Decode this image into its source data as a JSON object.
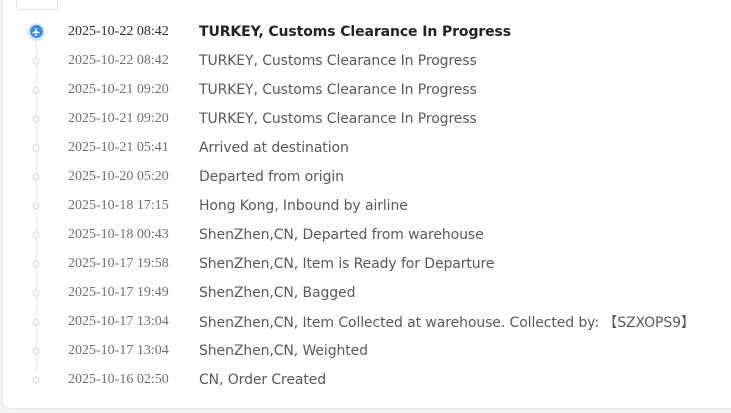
{
  "tracking": {
    "events": [
      {
        "time": "2025-10-22 08:42",
        "description": "TURKEY, Customs Clearance In Progress",
        "current": true,
        "icon": "plane-icon"
      },
      {
        "time": "2025-10-22 08:42",
        "description": "TURKEY, Customs Clearance In Progress"
      },
      {
        "time": "2025-10-21 09:20",
        "description": "TURKEY, Customs Clearance In Progress"
      },
      {
        "time": "2025-10-21 09:20",
        "description": "TURKEY, Customs Clearance In Progress"
      },
      {
        "time": "2025-10-21 05:41",
        "description": "Arrived at destination"
      },
      {
        "time": "2025-10-20 05:20",
        "description": "Departed from origin"
      },
      {
        "time": "2025-10-18 17:15",
        "description": "Hong Kong, Inbound by airline"
      },
      {
        "time": "2025-10-18 00:43",
        "description": "ShenZhen,CN, Departed from warehouse"
      },
      {
        "time": "2025-10-17 19:58",
        "description": "ShenZhen,CN, Item is Ready for Departure"
      },
      {
        "time": "2025-10-17 19:49",
        "description": "ShenZhen,CN, Bagged"
      },
      {
        "time": "2025-10-17 13:04",
        "description": "ShenZhen,CN, Item Collected at warehouse. Collected by: 【SZXOPS9】"
      },
      {
        "time": "2025-10-17 13:04",
        "description": "ShenZhen,CN, Weighted"
      },
      {
        "time": "2025-10-16 02:50",
        "description": "CN, Order Created"
      }
    ]
  },
  "colors": {
    "accent": "#3d8be6",
    "accent_light": "#dbe9fb",
    "dot_border": "#d6d9de"
  }
}
